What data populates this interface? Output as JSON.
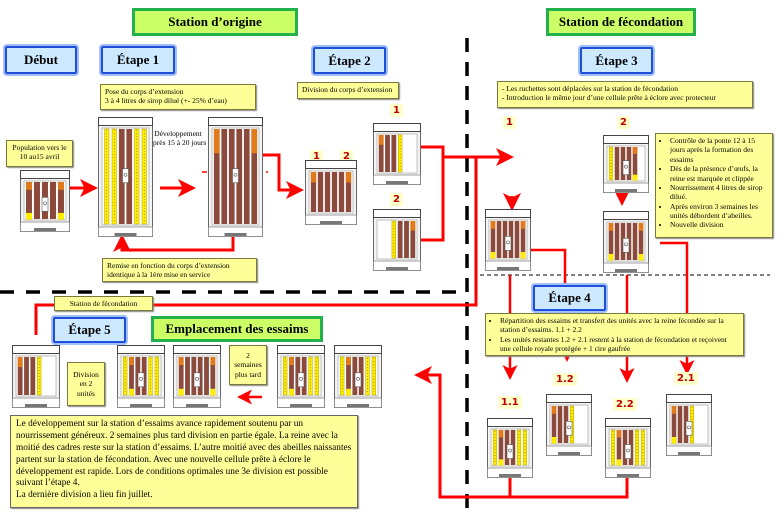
{
  "sections": {
    "origin_title": "Station d’origine",
    "fecondation_title": "Station de fécondation",
    "essaims_title": "Emplacement des essaims"
  },
  "steps": {
    "start": "Début",
    "step1": "Étape 1",
    "step2": "Étape 2",
    "step3": "Étape 3",
    "step4": "Étape 4",
    "step5": "Étape 5"
  },
  "notes": {
    "population": "Population vers le 10 au15 avril",
    "step1_line1": "Pose du corps d’extension",
    "step1_line2": "3 à 4 litres de sirop dilué (+- 25% d’eau)",
    "development": "Développement après 15 à 20 jours",
    "remise_line1": "Remise en fonction du corps d’extension",
    "remise_line2": "identique à la 1ère mise en service",
    "step2_note": "Division du corps d’extension",
    "step3_items": [
      "- Les ruchettes sont déplacées sur la station de fécondation",
      "- Introduction le même jour d’une cellule prête à éclore avec protecteur"
    ],
    "control_items": [
      "Contrôle de la ponte 12 à 15 jours après la formation des essaims",
      "Dès de la présence d’œufs, la reine est marquée et clippée",
      "Nourrissement 4 litres de sirop dilué.",
      "Après environ 3 semaines les unités débordent d’abeilles.",
      "Nouvelle division"
    ],
    "step4_items": [
      "Répartition des essaims et transfert des unités avec la reine fécondée sur la station d’essaims. 1.1 + 2.2",
      "Les  unités restantes 1.2 + 2.1  restent à la station de fécondation et reçoivent une cellule royale protégée + 1 cire gaufrée"
    ],
    "station_fecondation_label": "Station de fécondation",
    "division_2": "Division en 2 unités",
    "two_weeks": "2 semaines plus tard",
    "summary_lines": [
      "Le développement sur la station d’essaims avance rapidement soutenu par un nourrissement généreux.  2 semaines plus tard division en partie égale. La reine avec la moitié des cadres reste sur la station d’essaims. L’autre moitié avec des abeilles naissantes partent sur la station de fécondation. Avec une nouvelle cellule prête à éclore le développement est rapide. Lors de conditions optimales une 3e division est possible suivant l’étape 4.",
      "La dernière division a lieu fin juillet."
    ]
  },
  "labels": {
    "split_1": "1",
    "split_2": "2",
    "unit_1": "1",
    "unit_2": "2",
    "s3_unit_1": "1",
    "s3_unit_2": "2",
    "u11": "1.1",
    "u12": "1.2",
    "u21": "2.1",
    "u22": "2.2"
  },
  "colors": {
    "arrow": "#ff0000",
    "note_bg": "#ffff99",
    "step_bg": "#cce9ff",
    "section_bg": "#ccff66",
    "frame_brown": "#8b4a3c",
    "frame_orange": "#e07a1a",
    "frame_yellow": "#ffee00"
  }
}
